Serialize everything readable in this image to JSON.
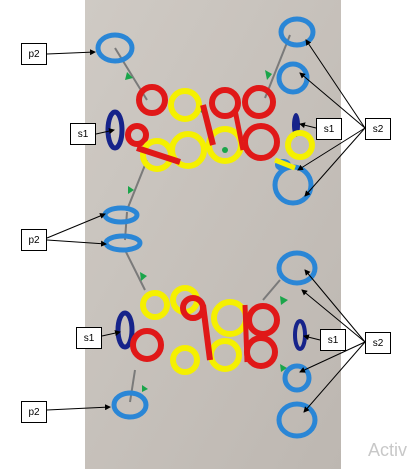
{
  "labels": {
    "p2": "p2",
    "s1": "s1",
    "s2": "s2"
  },
  "watermark": "Activ",
  "colors": {
    "blue_light": "#2a86d6",
    "blue_dark": "#16238a",
    "red": "#e01818",
    "yellow": "#f5f000",
    "green": "#1aa54a",
    "background": "#c9c3bd",
    "stem": "#7a7a7a"
  }
}
